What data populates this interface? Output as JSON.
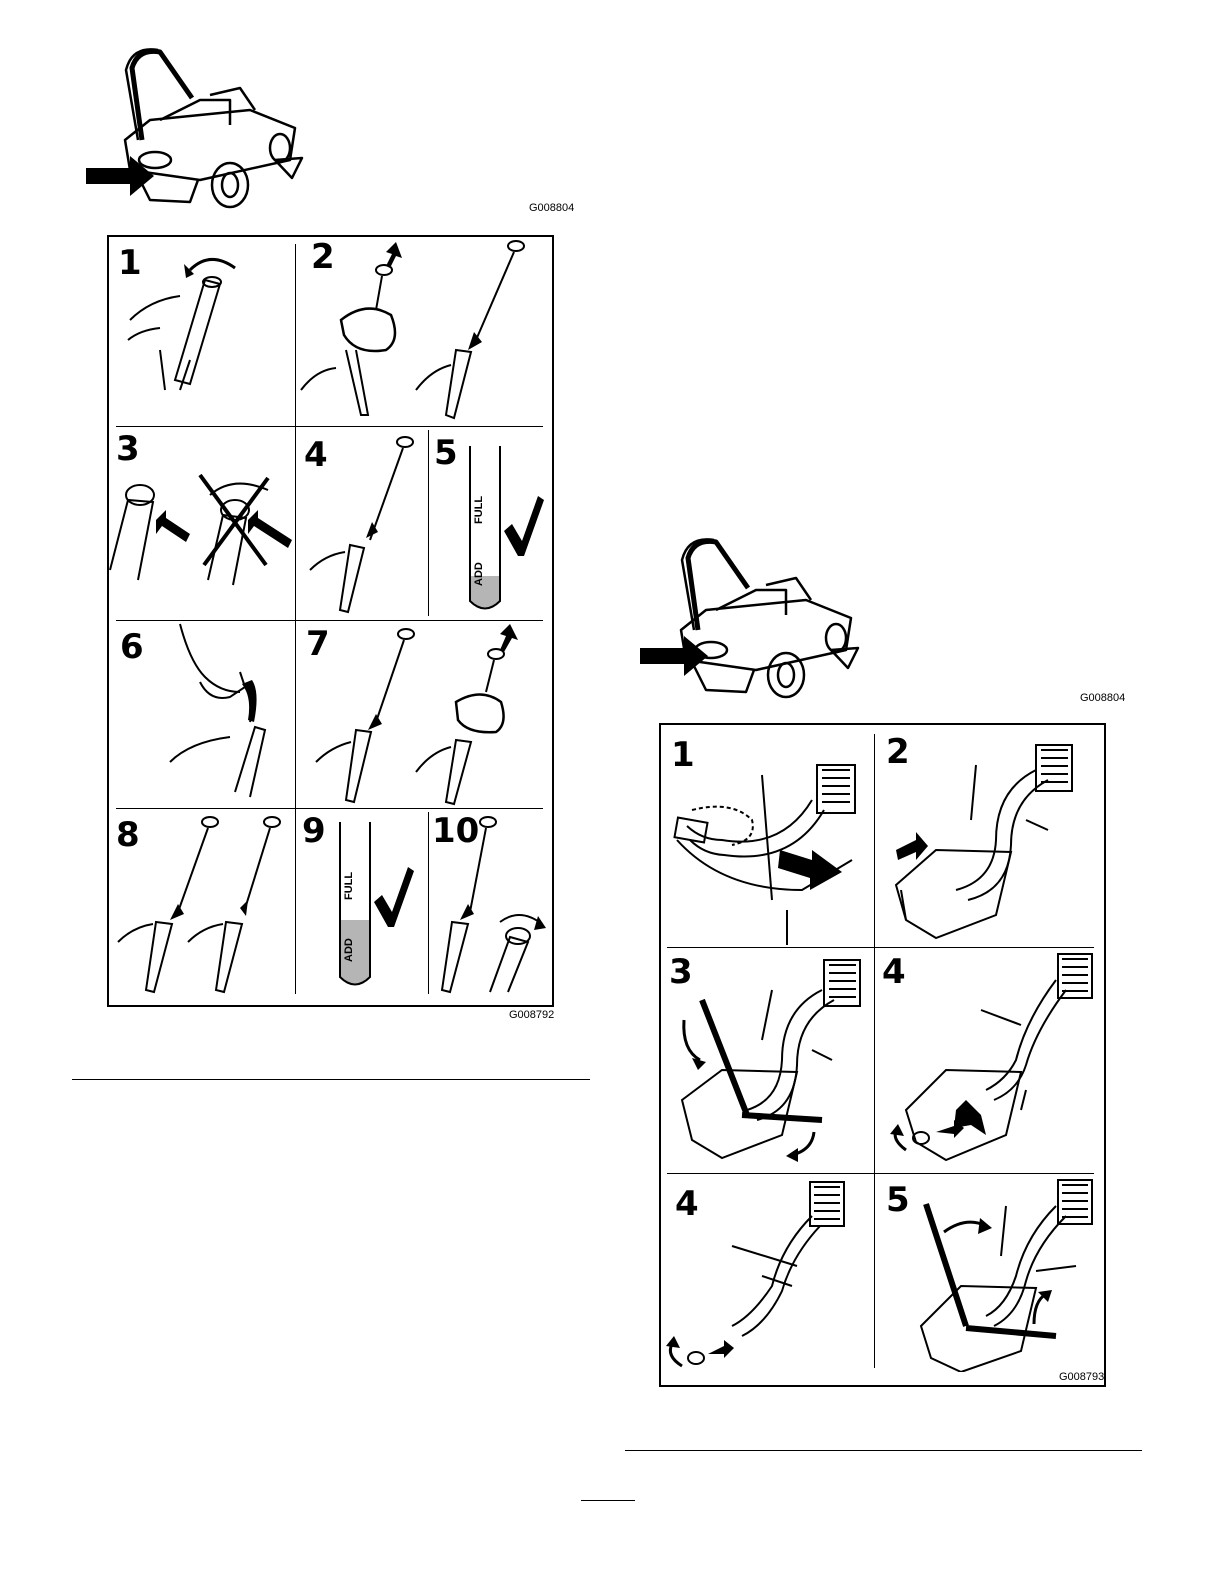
{
  "figures": {
    "mower_top_left": {
      "code": "G008804"
    },
    "mower_right": {
      "code": "G008804"
    },
    "dipstick_panel": {
      "code": "G008792",
      "steps": [
        "1",
        "2",
        "3",
        "4",
        "5",
        "6",
        "7",
        "8",
        "9",
        "10"
      ],
      "dipstick_marks": {
        "add": "ADD",
        "full": "FULL"
      }
    },
    "drain_panel": {
      "code": "G008793",
      "steps": [
        "1",
        "2",
        "3",
        "4",
        "4",
        "5"
      ]
    }
  },
  "colors": {
    "ink": "#000000",
    "oil": "#b5b5b5",
    "paper": "#ffffff"
  }
}
